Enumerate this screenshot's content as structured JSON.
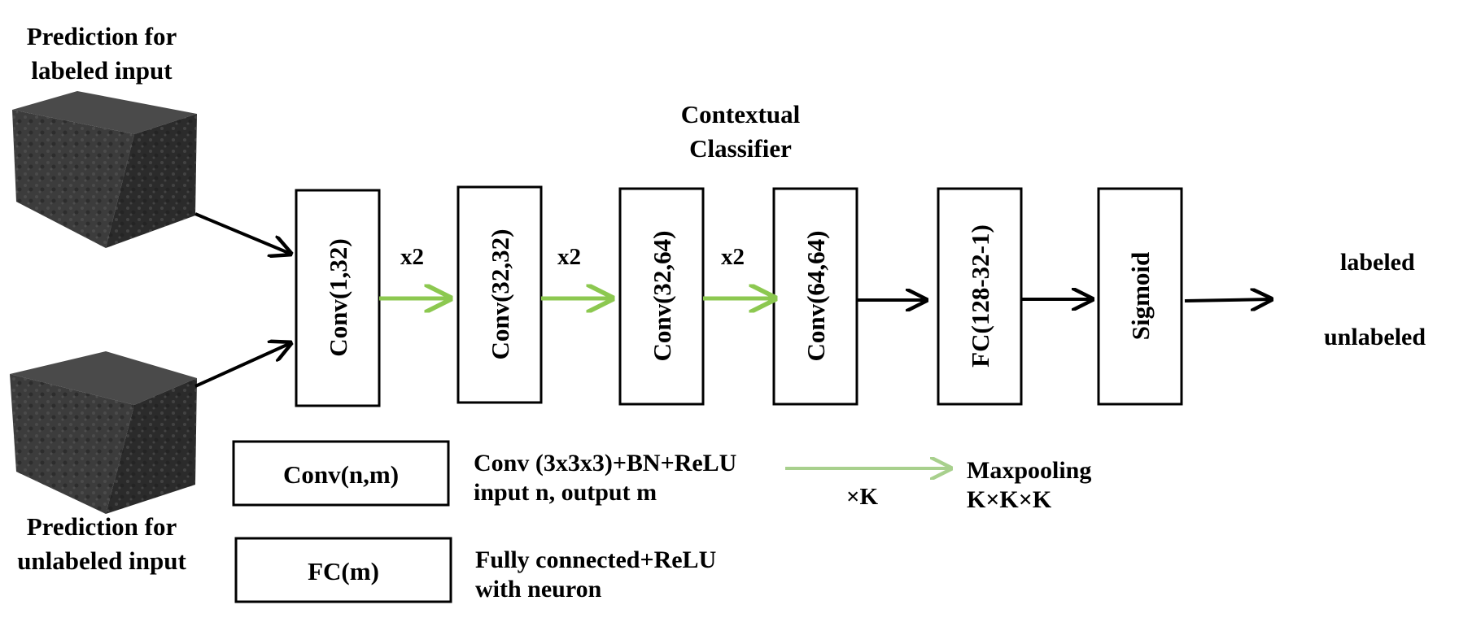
{
  "inputs": {
    "labeled_title_line1": "Prediction for",
    "labeled_title_line2": "labeled input",
    "unlabeled_title_line1": "Prediction for",
    "unlabeled_title_line2": "unlabeled input"
  },
  "classifier": {
    "title_line1": "Contextual",
    "title_line2": "Classifier",
    "layers": [
      "Conv(1,32)",
      "Conv(32,32)",
      "Conv(32,64)",
      "Conv(64,64)",
      "FC(128-32-1)",
      "Sigmoid"
    ],
    "pool_labels": [
      "x2",
      "x2",
      "x2"
    ]
  },
  "outputs": {
    "labeled": "labeled",
    "unlabeled": "unlabeled"
  },
  "legend": {
    "conv_box": "Conv(n,m)",
    "conv_desc_line1": "Conv (3x3x3)+BN+ReLU",
    "conv_desc_line2": "input n, output m",
    "fc_box": "FC(m)",
    "fc_desc_line1": "Fully connected+ReLU",
    "fc_desc_line2": "with neuron",
    "pool_arrow_label": "×K",
    "pool_desc_line1": "Maxpooling",
    "pool_desc_line2": "K×K×K"
  },
  "colors": {
    "stroke": "#000000",
    "pool_arrow": "#8cc850",
    "legend_pool_arrow": "#a8d08d",
    "cube_face_front": "#3c3c3c",
    "cube_face_side": "#2b2b2b",
    "cube_face_top": "#4a4a4a"
  }
}
